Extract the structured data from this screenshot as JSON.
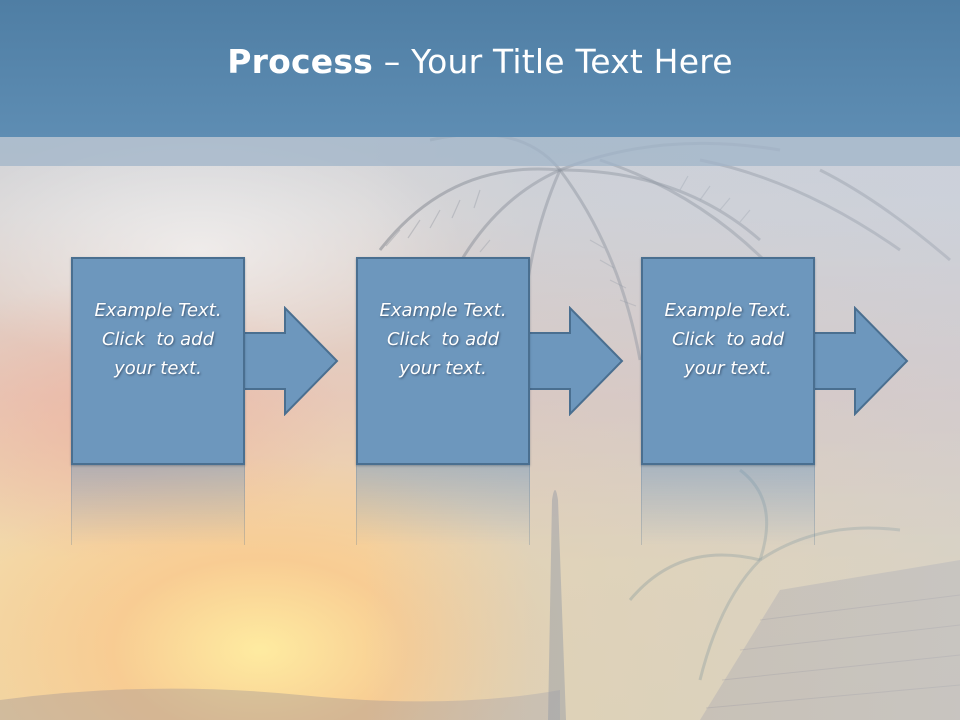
{
  "slide": {
    "title_bold": "Process",
    "title_rest": " – Your Title Text Here"
  },
  "steps": [
    {
      "line1": "Example Text.",
      "line2": "Click  to add",
      "line3": "your text."
    },
    {
      "line1": "Example Text.",
      "line2": "Click  to add",
      "line3": "your text."
    },
    {
      "line1": "Example Text.",
      "line2": "Click  to add",
      "line3": "your text."
    }
  ],
  "colors": {
    "title_bar": "#5a89af",
    "box_fill": "#6d97bd",
    "box_border": "#4a6f90",
    "text": "#ffffff"
  }
}
